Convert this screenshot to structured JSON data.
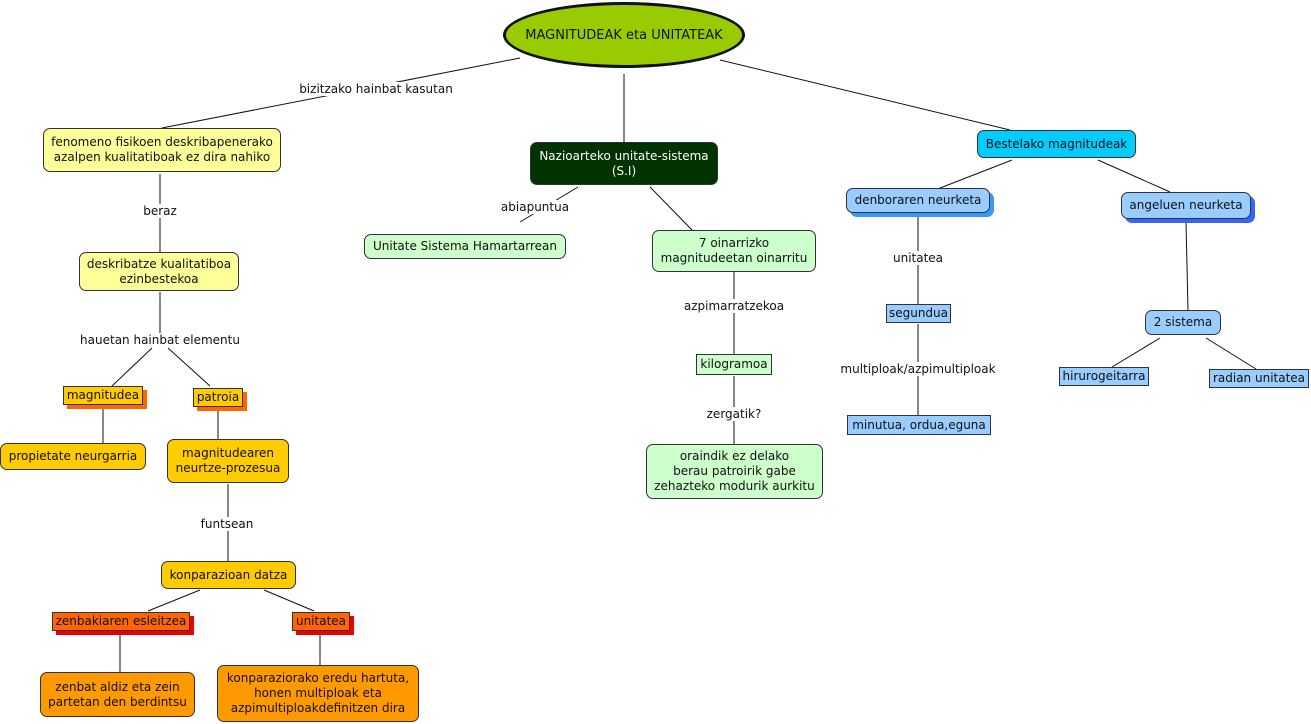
{
  "root": "MAGNITUDEAK eta UNITATEAK",
  "nodes": {
    "fenomeno": "fenomeno fisikoen deskribapenerako\nazalpen kualitatiboak ez dira nahiko",
    "deskribatze": "deskribatze kualitatiboa\nezinbestekoa",
    "magnitudea": "magnitudea",
    "patroia": "patroia",
    "propietate": "propietate neurgarria",
    "neurtze": "magnitudearen\nneurtze-prozesua",
    "konparazioan": "konparazioan datza",
    "zenbakiaren": "zenbakiaren esleitzea",
    "unitatea": "unitatea",
    "zenbat": "zenbat aldiz eta zein\npartetan den berdintsu",
    "konparaziorako": "konparaziorako eredu hartuta,\nhonen multiploak eta\nazpimultiploakdefinitzen dira",
    "si": "Nazioarteko unitate-sistema\n(S.I)",
    "hamartar": "Unitate Sistema Hamartarrean",
    "zazpi": "7 oinarrizko\nmagnitudeetan oinarritu",
    "kilogramoa": "kilogramoa",
    "oraindik": "oraindik ez delako\nberau patroirik gabe\nzehazteko modurik aurkitu",
    "bestelako": "Bestelako magnitudeak",
    "denbora": "denboraren neurketa",
    "angelu": "angeluen neurketa",
    "segundua": "segundua",
    "minutua": "minutua, ordua,eguna",
    "sistema2": "2 sistema",
    "hirurogei": "hirurogeitarra",
    "radian": "radian unitatea"
  },
  "link_labels": {
    "bizitzako": "bizitzako hainbat kasutan",
    "beraz": "beraz",
    "hauetan": "hauetan hainbat elementu",
    "funtsean": "funtsean",
    "abiapuntua": "abiapuntua",
    "azpimarratzekoa": "azpimarratzekoa",
    "zergatik": "zergatik?",
    "unitatea_link": "unitatea",
    "multiploak": "multiploak/azpimultiploak"
  },
  "colors": {
    "root": "#99cc00",
    "light_yellow": "#ffff99",
    "gold": "#ffcc00",
    "orange": "#ff9900",
    "red_orange": "#ff6600",
    "light_green": "#ccffcc",
    "dark_green": "#003300",
    "cyan": "#00ccff",
    "light_blue": "#99ccff"
  }
}
